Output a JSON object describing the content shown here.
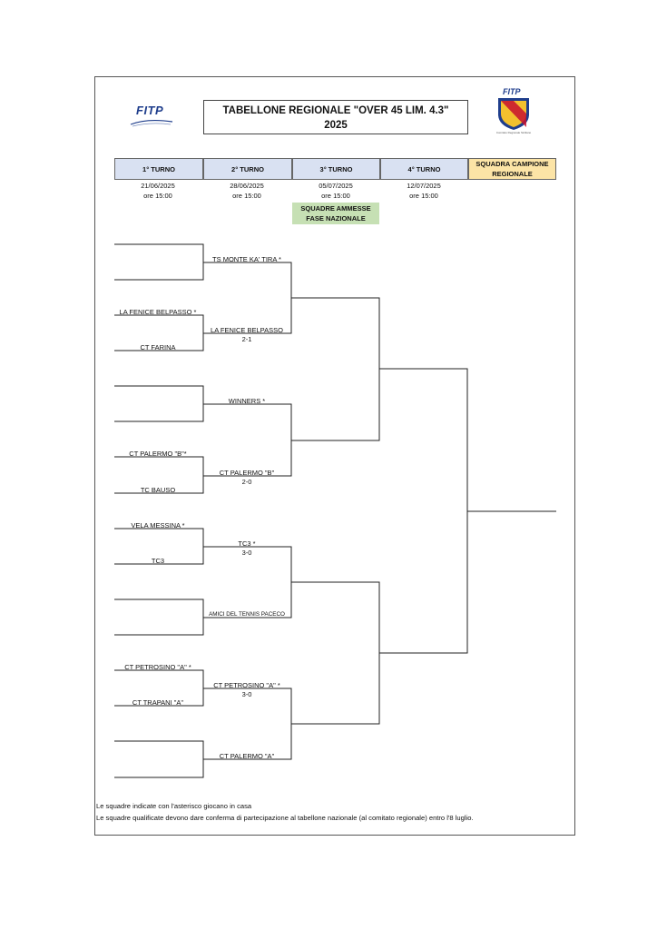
{
  "header": {
    "title_line1": "TABELLONE REGIONALE \"OVER 45 LIM. 4.3\"",
    "title_line2": "2025",
    "logo_left": "FITP",
    "logo_right": "FITP",
    "crest_caption": "Comitato Regionale Siciliano"
  },
  "rounds": [
    {
      "label": "1° TURNO",
      "date": "21/06/2025",
      "time": "ore 15:00"
    },
    {
      "label": "2° TURNO",
      "date": "28/06/2025",
      "time": "ore 15:00"
    },
    {
      "label": "3° TURNO",
      "date": "05/07/2025",
      "time": "ore 15:00"
    },
    {
      "label": "4° TURNO",
      "date": "12/07/2025",
      "time": "ore 15:00"
    }
  ],
  "champion_label_line1": "SQUADRA CAMPIONE",
  "champion_label_line2": "REGIONALE",
  "ammesse_line1": "SQUADRE AMMESSE",
  "ammesse_line2": "FASE NAZIONALE",
  "round1": [
    "",
    "",
    "LA FENICE BELPASSO *",
    "CT FARINA",
    "",
    "",
    "CT PALERMO \"B\"*",
    "TC BAUSO",
    "VELA MESSINA *",
    "TC3",
    "",
    "",
    "CT PETROSINO \"A\" *",
    "CT TRAPANI \"A\"",
    "",
    ""
  ],
  "round2": [
    {
      "team": "TS MONTE KA' TIRA *",
      "score": ""
    },
    {
      "team": "LA FENICE BELPASSO",
      "score": "2-1"
    },
    {
      "team": "WINNERS *",
      "score": ""
    },
    {
      "team": "CT PALERMO \"B\"",
      "score": "2-0"
    },
    {
      "team": "TC3 *",
      "score": "3-0"
    },
    {
      "team": "AMICI DEL TENNIS PACECO",
      "score": ""
    },
    {
      "team": "CT PETROSINO \"A\" *",
      "score": "3-0"
    },
    {
      "team": "CT PALERMO \"A\"",
      "score": ""
    }
  ],
  "notes": [
    "Le squadre indicate con l'asterisco giocano in casa",
    "Le squadre qualificate devono dare conferma di partecipazione al tabellone nazionale (al comitato regionale) entro l'8 luglio."
  ],
  "colors": {
    "round_header_bg": "#d9e1f2",
    "champion_bg": "#fce4a6",
    "ammesse_bg": "#c6e0b4",
    "logo_blue": "#1f3e8c"
  }
}
